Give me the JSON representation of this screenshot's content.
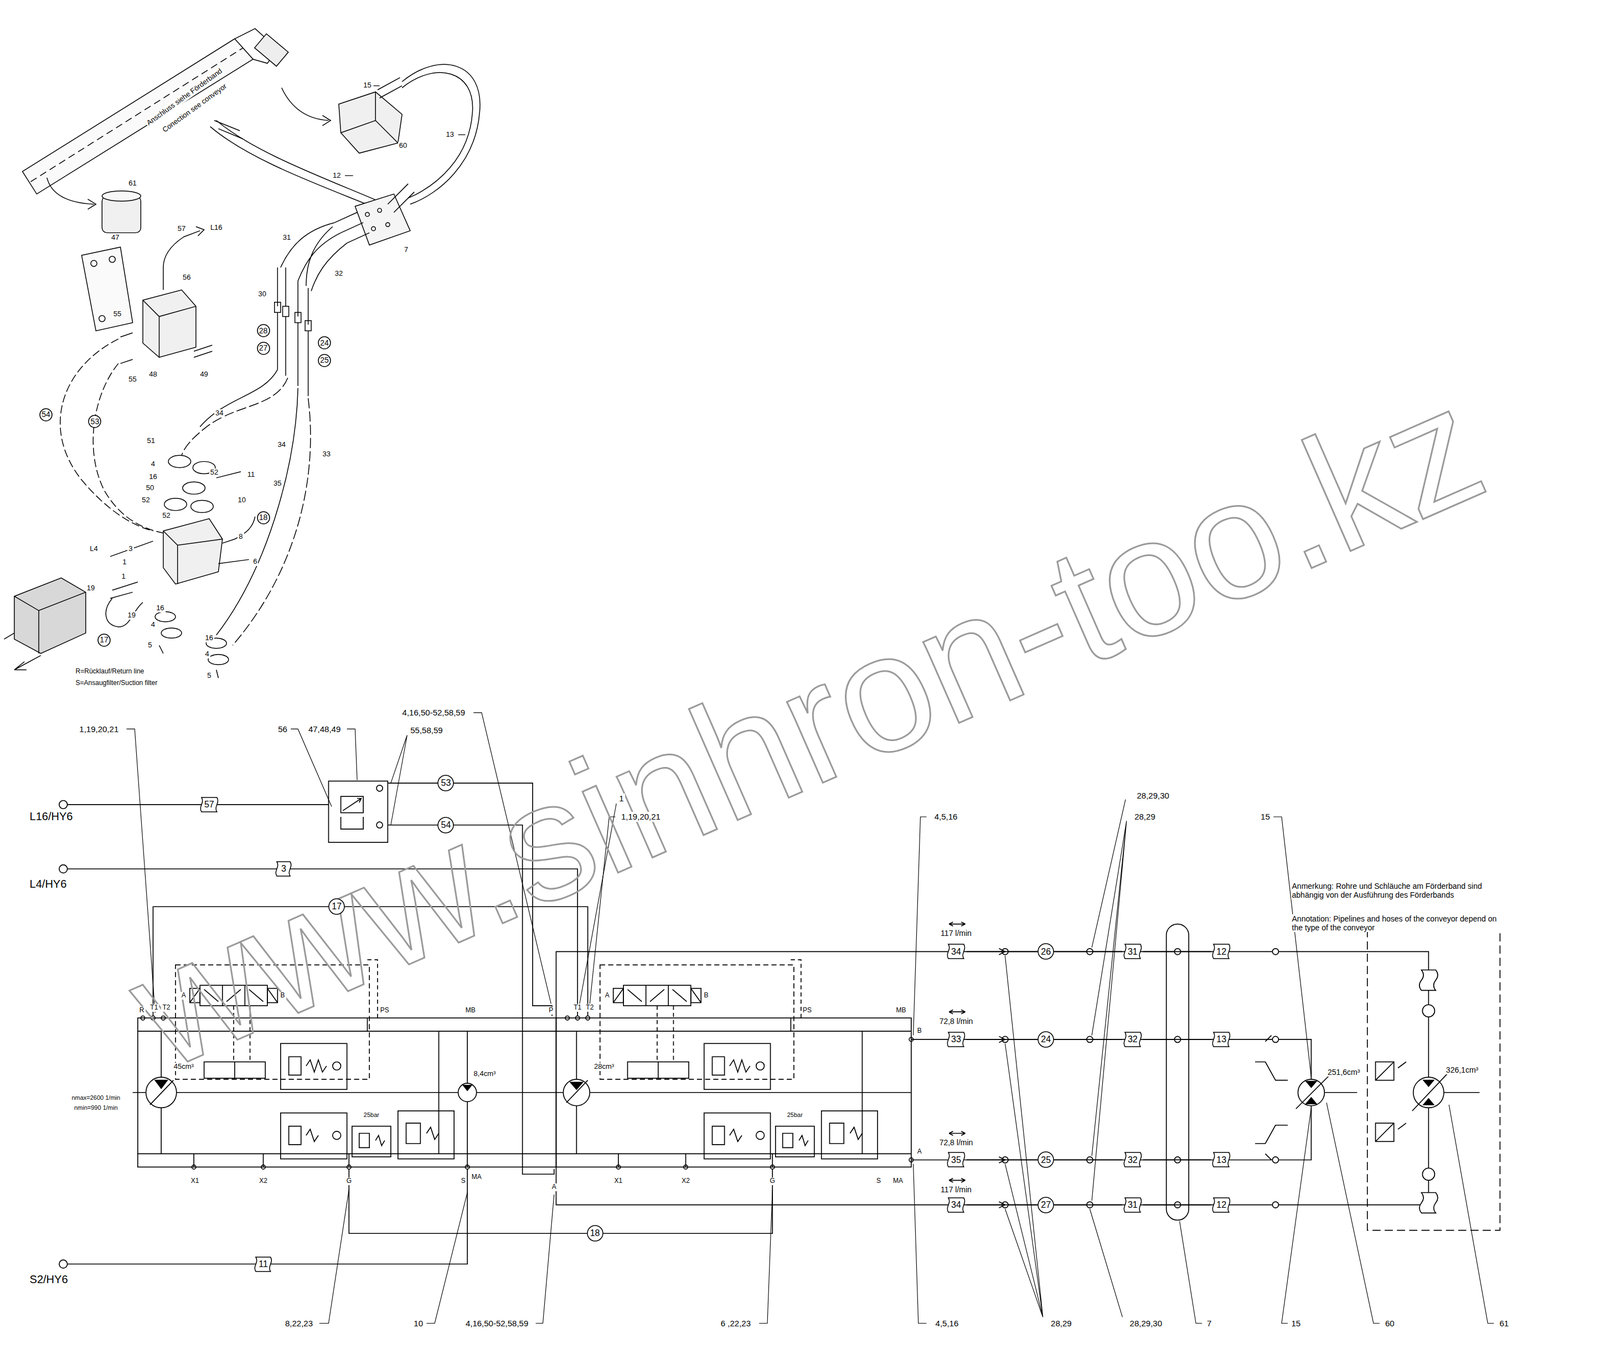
{
  "diagram": {
    "nodes": [
      {
        "text": [
          "28"
        ]
      },
      {
        "text": [
          "27"
        ]
      },
      {
        "text": [
          "24"
        ]
      },
      {
        "text": [
          "25"
        ]
      },
      {
        "text": [
          "54"
        ]
      },
      {
        "text": [
          "53"
        ]
      },
      {
        "text": [
          "18"
        ]
      },
      {
        "text": [
          "17"
        ]
      },
      {
        "text": [
          "57"
        ]
      },
      {
        "text": [
          "53"
        ]
      },
      {
        "text": [
          "54"
        ]
      },
      {
        "text": [
          "3"
        ]
      },
      {
        "text": [
          "17"
        ]
      },
      {
        "text": [
          "34"
        ]
      },
      {
        "text": [
          "26"
        ]
      },
      {
        "text": [
          "31"
        ]
      },
      {
        "text": [
          "12"
        ]
      },
      {
        "text": [
          "33"
        ]
      },
      {
        "text": [
          "24"
        ]
      },
      {
        "text": [
          "32"
        ]
      },
      {
        "text": [
          "13"
        ]
      },
      {
        "text": [
          "35"
        ]
      },
      {
        "text": [
          "25"
        ]
      },
      {
        "text": [
          "32"
        ]
      },
      {
        "text": [
          "13"
        ]
      },
      {
        "text": [
          "34"
        ]
      },
      {
        "text": [
          "27"
        ]
      },
      {
        "text": [
          "31"
        ]
      },
      {
        "text": [
          "12"
        ]
      },
      {
        "text": [
          "18"
        ]
      },
      {
        "text": [
          "11"
        ]
      }
    ],
    "edges": [
      {
        "from": 13,
        "to": 14,
        "arrow": "none"
      },
      {
        "from": 14,
        "to": 15,
        "arrow": "none"
      },
      {
        "from": 15,
        "to": 16,
        "arrow": "none"
      },
      {
        "from": 17,
        "to": 18,
        "arrow": "none"
      },
      {
        "from": 18,
        "to": 19,
        "arrow": "none"
      },
      {
        "from": 19,
        "to": 20,
        "arrow": "none"
      },
      {
        "from": 21,
        "to": 22,
        "arrow": "none"
      },
      {
        "from": 22,
        "to": 23,
        "arrow": "none"
      },
      {
        "from": 23,
        "to": 24,
        "arrow": "none"
      },
      {
        "from": 25,
        "to": 26,
        "arrow": "none"
      },
      {
        "from": 26,
        "to": 27,
        "arrow": "none"
      },
      {
        "from": 27,
        "to": 28,
        "arrow": "none"
      }
    ],
    "labels": [
      "Anschluss siehe Förderband",
      "Conection see conveyor",
      "15",
      "60",
      "13",
      "12",
      "61",
      "47",
      "57",
      "L16",
      "56",
      "7",
      "31",
      "32",
      "30",
      "55",
      "55",
      "48",
      "49",
      "34",
      "34",
      "33",
      "35",
      "51",
      "4",
      "16",
      "52",
      "11",
      "50",
      "10",
      "52",
      "52",
      "8",
      "6",
      "L4",
      "3",
      "1",
      "19",
      "1",
      "19",
      "16",
      "4",
      "5",
      "16",
      "4",
      "5",
      "R=Rücklauf/Return line",
      "S=Ansaugfilter/Suction filter",
      "L16/HY6",
      "L4/HY6",
      "S2/HY6",
      "1,19,20,21",
      "56",
      "47,48,49",
      "4,16,50-52,58,59",
      "55,58,59",
      "1",
      "1,19,20,21",
      "4,5,16",
      "28,29,30",
      "28,29",
      "15",
      "Anmerkung: Rohre und Schläuche am Förderband sind abhängig von der Ausführung des Förderbands",
      "Annotation: Pipelines and hoses of the conveyor depend on the type of the conveyor",
      "117 l/min",
      "72,8 l/min",
      "72,8 l/min",
      "117 l/min",
      "251,6cm³",
      "326,1cm³",
      "R",
      "T1",
      "T2",
      "A",
      "B",
      "PS",
      "MB",
      "45cm³",
      "8,4cm³",
      "nmax=2600 1/min",
      "nmin=990 1/min",
      "25bar",
      "X1",
      "X2",
      "G",
      "S",
      "MA",
      "P",
      "T1",
      "T2",
      "A",
      "B",
      "PS",
      "MB",
      "28cm³",
      "25bar",
      "X1",
      "X2",
      "G",
      "S",
      "MA",
      "B",
      "A",
      "A",
      "8,22,23",
      "10",
      "4,16,50-52,58,59",
      "6 ,22,23",
      "4,5,16",
      "28,29",
      "28,29,30",
      "7",
      "15",
      "60",
      "61",
      "www.sinhron-too.kz"
    ]
  }
}
